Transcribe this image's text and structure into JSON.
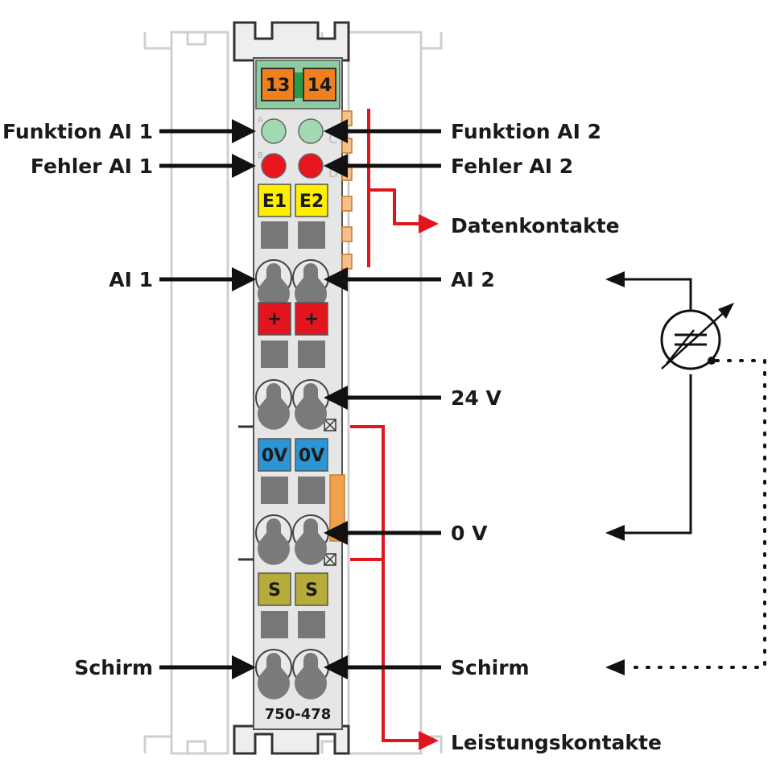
{
  "module": {
    "model": "750-478",
    "terminal_numbers": [
      "13",
      "14"
    ],
    "led_letters": [
      "A",
      "B",
      "C",
      "D"
    ],
    "slot_rows": [
      {
        "id": "e",
        "left": "E1",
        "right": "E2"
      },
      {
        "id": "plus",
        "left": "+",
        "right": "+"
      },
      {
        "id": "zero",
        "left": "0V",
        "right": "0V"
      },
      {
        "id": "shield",
        "left": "S",
        "right": "S"
      }
    ]
  },
  "labels": {
    "left": {
      "funktion": "Funktion AI 1",
      "fehler": "Fehler AI 1",
      "ai": "AI 1",
      "schirm": "Schirm"
    },
    "right": {
      "funktion": "Funktion AI 2",
      "fehler": "Fehler AI 2",
      "datenkontakte": "Datenkontakte",
      "ai": "AI 2",
      "v24": "24 V",
      "v0": "0 V",
      "schirm": "Schirm",
      "leistungskontakte": "Leistungskontakte"
    }
  },
  "colors": {
    "housing": "#e6e6e6",
    "outline": "#555555",
    "terminal_orange": "#f07f1e",
    "header_green": "#8ccca0",
    "led_green": "#a3d9b1",
    "led_red": "#e8141e",
    "slot_yellow": "#ffee00",
    "slot_red": "#e2141e",
    "slot_blue": "#2a96d6",
    "slot_olive": "#b5ac3a",
    "accent_red": "#e2141e",
    "arrow_black": "#111111"
  },
  "icons": [
    "sensor-symbol-icon",
    "arrow-icon"
  ]
}
